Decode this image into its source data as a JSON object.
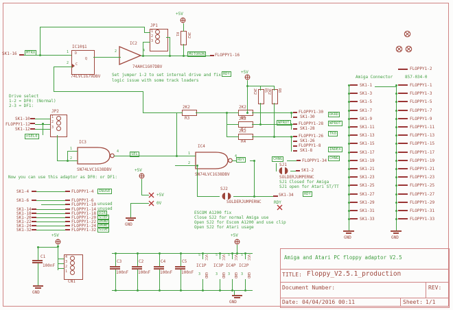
{
  "colors": {
    "green": "#3f9e3f",
    "maroon": "#9e463c",
    "frame": "#cf8282"
  },
  "top_left": {
    "sk1_16": "SK1-16",
    "mtrx_label": "MTRX",
    "ic1": {
      "ref": "IC10$1",
      "value": "74LVC1G79DBV",
      "pin_d": "D",
      "pin_q": "Q",
      "pin_c": "C",
      "pin1": "1",
      "pin2": "2"
    },
    "ic2": {
      "ref": "IC2",
      "value": "74AHC1G07DBV",
      "pin2": "2",
      "pin4": "4"
    },
    "jp1": {
      "ref": "JP1",
      "pin1": "1",
      "pin2": "2",
      "pin3": "3"
    },
    "r1": {
      "ref": "R1",
      "value": "2K2"
    },
    "plus5v": "+5V",
    "motoron_label": "MOTORON",
    "floppy1_16": "FLOPPY1-16",
    "note1": "Set jumper 1-2 to set internal drive and fix",
    "note1_rdy": "RDY",
    "note2": "logic issue with some track loaders"
  },
  "drive_select": {
    "l1": "Drive select",
    "l2": "1-2 = DF0: (Normal)",
    "l3": "2-3 = DF1:"
  },
  "jp2": {
    "ref": "JP2",
    "pin1": "1",
    "pin2": "2",
    "pin3": "3",
    "sk1_10": "SK1-10",
    "floppy1_12": "FLOPPY1-12",
    "sk1_12": "SK1-12",
    "nsel0": "nSEL0"
  },
  "ic3": {
    "ref": "IC3",
    "value": "SN74LVC1G38DBV",
    "pin1": "1",
    "pin2": "2",
    "pin4": "4",
    "sel_label": "SEL"
  },
  "ic4": {
    "ref": "IC4",
    "value": "SN74LVC1G38DBV",
    "pin1": "1",
    "pin2": "2",
    "pin4": "4",
    "rdy_label": "RDY"
  },
  "pullups": {
    "plus5v": "+5V",
    "r3": {
      "ref": "R3",
      "value": "2K2"
    },
    "r6": {
      "ref": "R6",
      "value": "2K2"
    },
    "r7": {
      "ref": "R7",
      "value": "2K2"
    },
    "r4": {
      "ref": "R4",
      "value": "2K2"
    },
    "r5": {
      "ref": "R5",
      "value": "2K2"
    },
    "r8": {
      "ref": "R8",
      "value": "2K2"
    },
    "wprot": "WPROT",
    "floppy1_30": "FLOPPY1-30",
    "sk1_30": "SK1-30",
    "floppy1_28": "FLOPPY1-28",
    "sk1_28": "SK1-28",
    "floppy1_26": "FLOPPY1-26",
    "sk1_26": "SK1-26",
    "floppy1_8": "FLOPPY1-8",
    "sk1_8": "SK1-8"
  },
  "jumpers": {
    "chng": "CHNG",
    "floppy1_34": "FLOPPY1-34",
    "sj1_ref": "SJ1",
    "sk1_2": "SK1-2",
    "sj1_value": "SOLDERJUMPERNC",
    "sj1_note1": "SJ1 Closed for Amiga",
    "sj1_note2": "SJ1 open for Atari ST/TT",
    "sj2_ref": "SJ2",
    "sj2_value": "SOLDERJUMPERNC",
    "sk1_34": "SK1-34",
    "rdy_label": "RDY",
    "rdy_nc": "RDY",
    "escom1": "ESCOM A1200 fix",
    "escom2": "Close SJ2 for normal Amiga use",
    "escom3": "Open SJ2 for Escom A1200 and use clip",
    "escom4": "Open SJ2 for Atari usage"
  },
  "net_tags": [
    "DKRD",
    "WPROT",
    "TK0",
    "INDEX",
    "CHNG"
  ],
  "power_taps": {
    "plus5v_label": "+5V",
    "x_plus5v": "+5V",
    "x_0v": "0V",
    "gnd": "GND"
  },
  "left_list": {
    "note": "Now you can use this adaptor as DF0: or DF1:",
    "rows": [
      {
        "left": "SK1-4",
        "right": "FLOPPY1-4",
        "tag": "INUSE",
        "boxed": true
      },
      {
        "left": "SK1-6",
        "right": "FLOPPY1-6",
        "tag": "",
        "boxed": false
      },
      {
        "left": "",
        "right": "FLOPPY1-10",
        "tag": "unused",
        "boxed": false
      },
      {
        "left": "SK1-14",
        "right": "FLOPPY1-14",
        "tag": "unused",
        "boxed": false
      },
      {
        "left": "SK1-18",
        "right": "FLOPPY1-18",
        "tag": "DIR",
        "boxed": true
      },
      {
        "left": "SK1-20",
        "right": "FLOPPY1-20",
        "tag": "STEP",
        "boxed": true
      },
      {
        "left": "SK1-22",
        "right": "FLOPPY1-22",
        "tag": "DKWD",
        "boxed": true
      },
      {
        "left": "SK1-24",
        "right": "FLOPPY1-24",
        "tag": "DKWE",
        "boxed": true
      },
      {
        "left": "SK1-32",
        "right": "FLOPPY1-32",
        "tag": "SIDE",
        "boxed": true
      }
    ]
  },
  "connector": {
    "title": "Amiga Connector",
    "part": "857-034-0",
    "floppy1_2": "FLOPPY1-2",
    "gnd_left": "GND",
    "gnd_right": "GND",
    "sk1_pins": [
      "SK1-1",
      "SK1-3",
      "SK1-5",
      "SK1-7",
      "SK1-9",
      "SK1-11",
      "SK1-13",
      "SK1-15",
      "SK1-17",
      "SK1-19",
      "SK1-21",
      "SK1-23",
      "SK1-25",
      "SK1-27",
      "SK1-29",
      "SK1-31",
      "SK1-33"
    ],
    "floppy_pins": [
      "FLOPPY1-1",
      "FLOPPY1-3",
      "FLOPPY1-5",
      "FLOPPY1-7",
      "FLOPPY1-9",
      "FLOPPY1-11",
      "FLOPPY1-13",
      "FLOPPY1-15",
      "FLOPPY1-17",
      "FLOPPY1-19",
      "FLOPPY1-21",
      "FLOPPY1-23",
      "FLOPPY1-25",
      "FLOPPY1-27",
      "FLOPPY1-29",
      "FLOPPY1-31",
      "FLOPPY1-33"
    ]
  },
  "power_rail": {
    "plus5v": "+5V",
    "gnd": "GND",
    "caps": [
      {
        "ref": "C3",
        "value": "100nF"
      },
      {
        "ref": "C2",
        "value": "100nF"
      },
      {
        "ref": "C4",
        "value": "100nF"
      },
      {
        "ref": "C5",
        "value": "100nF"
      }
    ],
    "power_pins": [
      {
        "ref": "IC1P",
        "vcc": "VCC",
        "gnd": "GND",
        "pin5": "5",
        "pin3": "3"
      },
      {
        "ref": "IC3P",
        "vcc": "VCC",
        "gnd": "GND",
        "pin5": "5",
        "pin3": "3"
      },
      {
        "ref": "IC4P",
        "vcc": "VCC",
        "gnd": "GND",
        "pin5": "5",
        "pin3": "3"
      },
      {
        "ref": "IC2P",
        "vcc": "VCC",
        "gnd": "GND",
        "pin5": "5",
        "pin3": "3"
      }
    ]
  },
  "cn1": {
    "ref": "CN1",
    "c1_ref": "C1",
    "c1_value": "100nF",
    "plus5v": "+5V",
    "gnd": "GND",
    "pins": [
      "4",
      "3",
      "2",
      "1"
    ]
  },
  "title_block": {
    "project": "Amiga and Atari PC floppy adaptor V2.5",
    "title_label": "TITLE:",
    "title": "Floppy_V2.5.1_production",
    "doc_label": "Document Number:",
    "rev_label": "REV:",
    "date_label": "Date:",
    "date": "04/04/2016 00:11",
    "sheet_label": "Sheet:",
    "sheet": "1/1"
  }
}
